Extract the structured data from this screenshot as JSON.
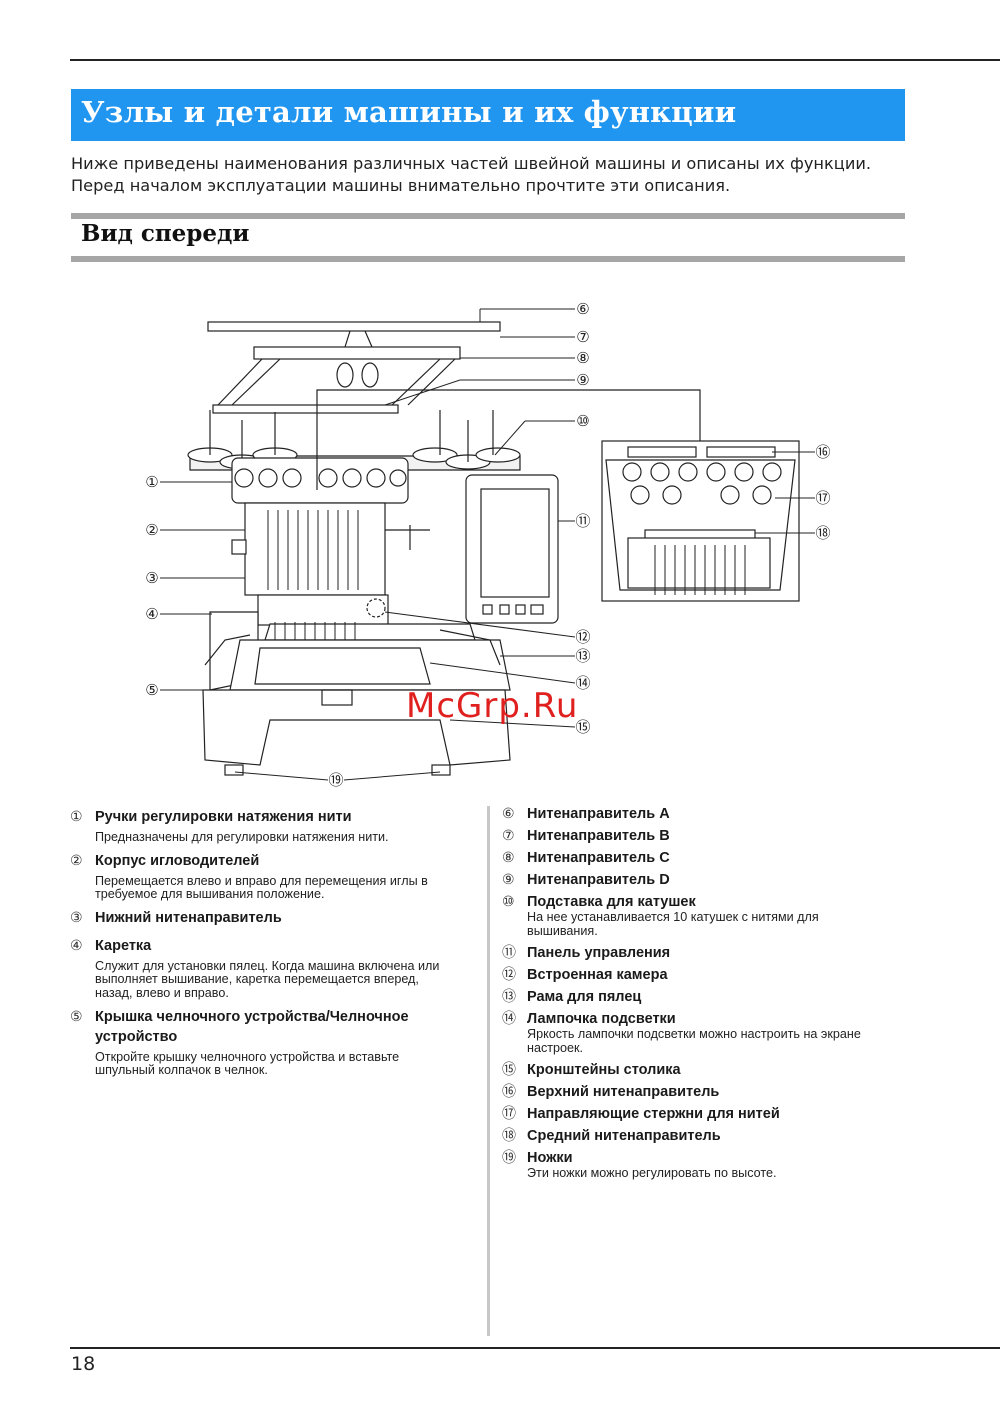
{
  "page": {
    "title": "Узлы и детали машины и их функции",
    "intro": "Ниже приведены наименования различных частей швейной машины и описаны их функции. Перед началом эксплуатации машины внимательно прочтите эти описания.",
    "section_title": "Вид спереди",
    "page_number": "18",
    "watermark": "McGrp.Ru"
  },
  "colors": {
    "title_bar": "#2196f0",
    "watermark": "#e0201e"
  },
  "callouts": [
    "①",
    "②",
    "③",
    "④",
    "⑤",
    "⑥",
    "⑦",
    "⑧",
    "⑨",
    "⑩",
    "⑪",
    "⑫",
    "⑬",
    "⑭",
    "⑮",
    "⑯",
    "⑰",
    "⑱",
    "⑲"
  ],
  "items_left": [
    {
      "num": "①",
      "title": "Ручки регулировки натяжения нити",
      "desc": [
        "Предназначены для регулировки натяжения нити."
      ]
    },
    {
      "num": "②",
      "title": "Корпус игловодителей",
      "desc": [
        "Перемещается влево и вправо для перемещения иглы в",
        "требуемое для вышивания положение."
      ]
    },
    {
      "num": "③",
      "title": "Нижний нитенаправитель",
      "desc": []
    },
    {
      "num": "④",
      "title": "Каретка",
      "desc": [
        "Служит для установки пялец. Когда машина включена или",
        "выполняет вышивание, каретка перемещается вперед,",
        "назад, влево и вправо."
      ]
    },
    {
      "num": "⑤",
      "title": "Крышка челночного устройства/Челночное устройство",
      "desc": [
        "Откройте крышку челночного устройства и вставьте",
        "шпульный колпачок в челнок."
      ]
    }
  ],
  "items_right": [
    {
      "num": "⑥",
      "title": "Нитенаправитель A",
      "desc": []
    },
    {
      "num": "⑦",
      "title": "Нитенаправитель B",
      "desc": []
    },
    {
      "num": "⑧",
      "title": "Нитенаправитель C",
      "desc": []
    },
    {
      "num": "⑨",
      "title": "Нитенаправитель D",
      "desc": []
    },
    {
      "num": "⑩",
      "title": "Подставка для катушек",
      "desc": [
        "На нее устанавливается 10 катушек с нитями для",
        "вышивания."
      ]
    },
    {
      "num": "⑪",
      "title": "Панель управления",
      "desc": []
    },
    {
      "num": "⑫",
      "title": "Встроенная камера",
      "desc": []
    },
    {
      "num": "⑬",
      "title": "Рама для пялец",
      "desc": []
    },
    {
      "num": "⑭",
      "title": "Лампочка подсветки",
      "desc": [
        "Яркость лампочки подсветки можно настроить на экране",
        "настроек."
      ]
    },
    {
      "num": "⑮",
      "title": "Кронштейны столика",
      "desc": []
    },
    {
      "num": "⑯",
      "title": "Верхний нитенаправитель",
      "desc": []
    },
    {
      "num": "⑰",
      "title": "Направляющие стержни для нитей",
      "desc": []
    },
    {
      "num": "⑱",
      "title": "Средний нитенаправитель",
      "desc": []
    },
    {
      "num": "⑲",
      "title": "Ножки",
      "desc": [
        "Эти ножки можно регулировать по высоте."
      ]
    }
  ]
}
